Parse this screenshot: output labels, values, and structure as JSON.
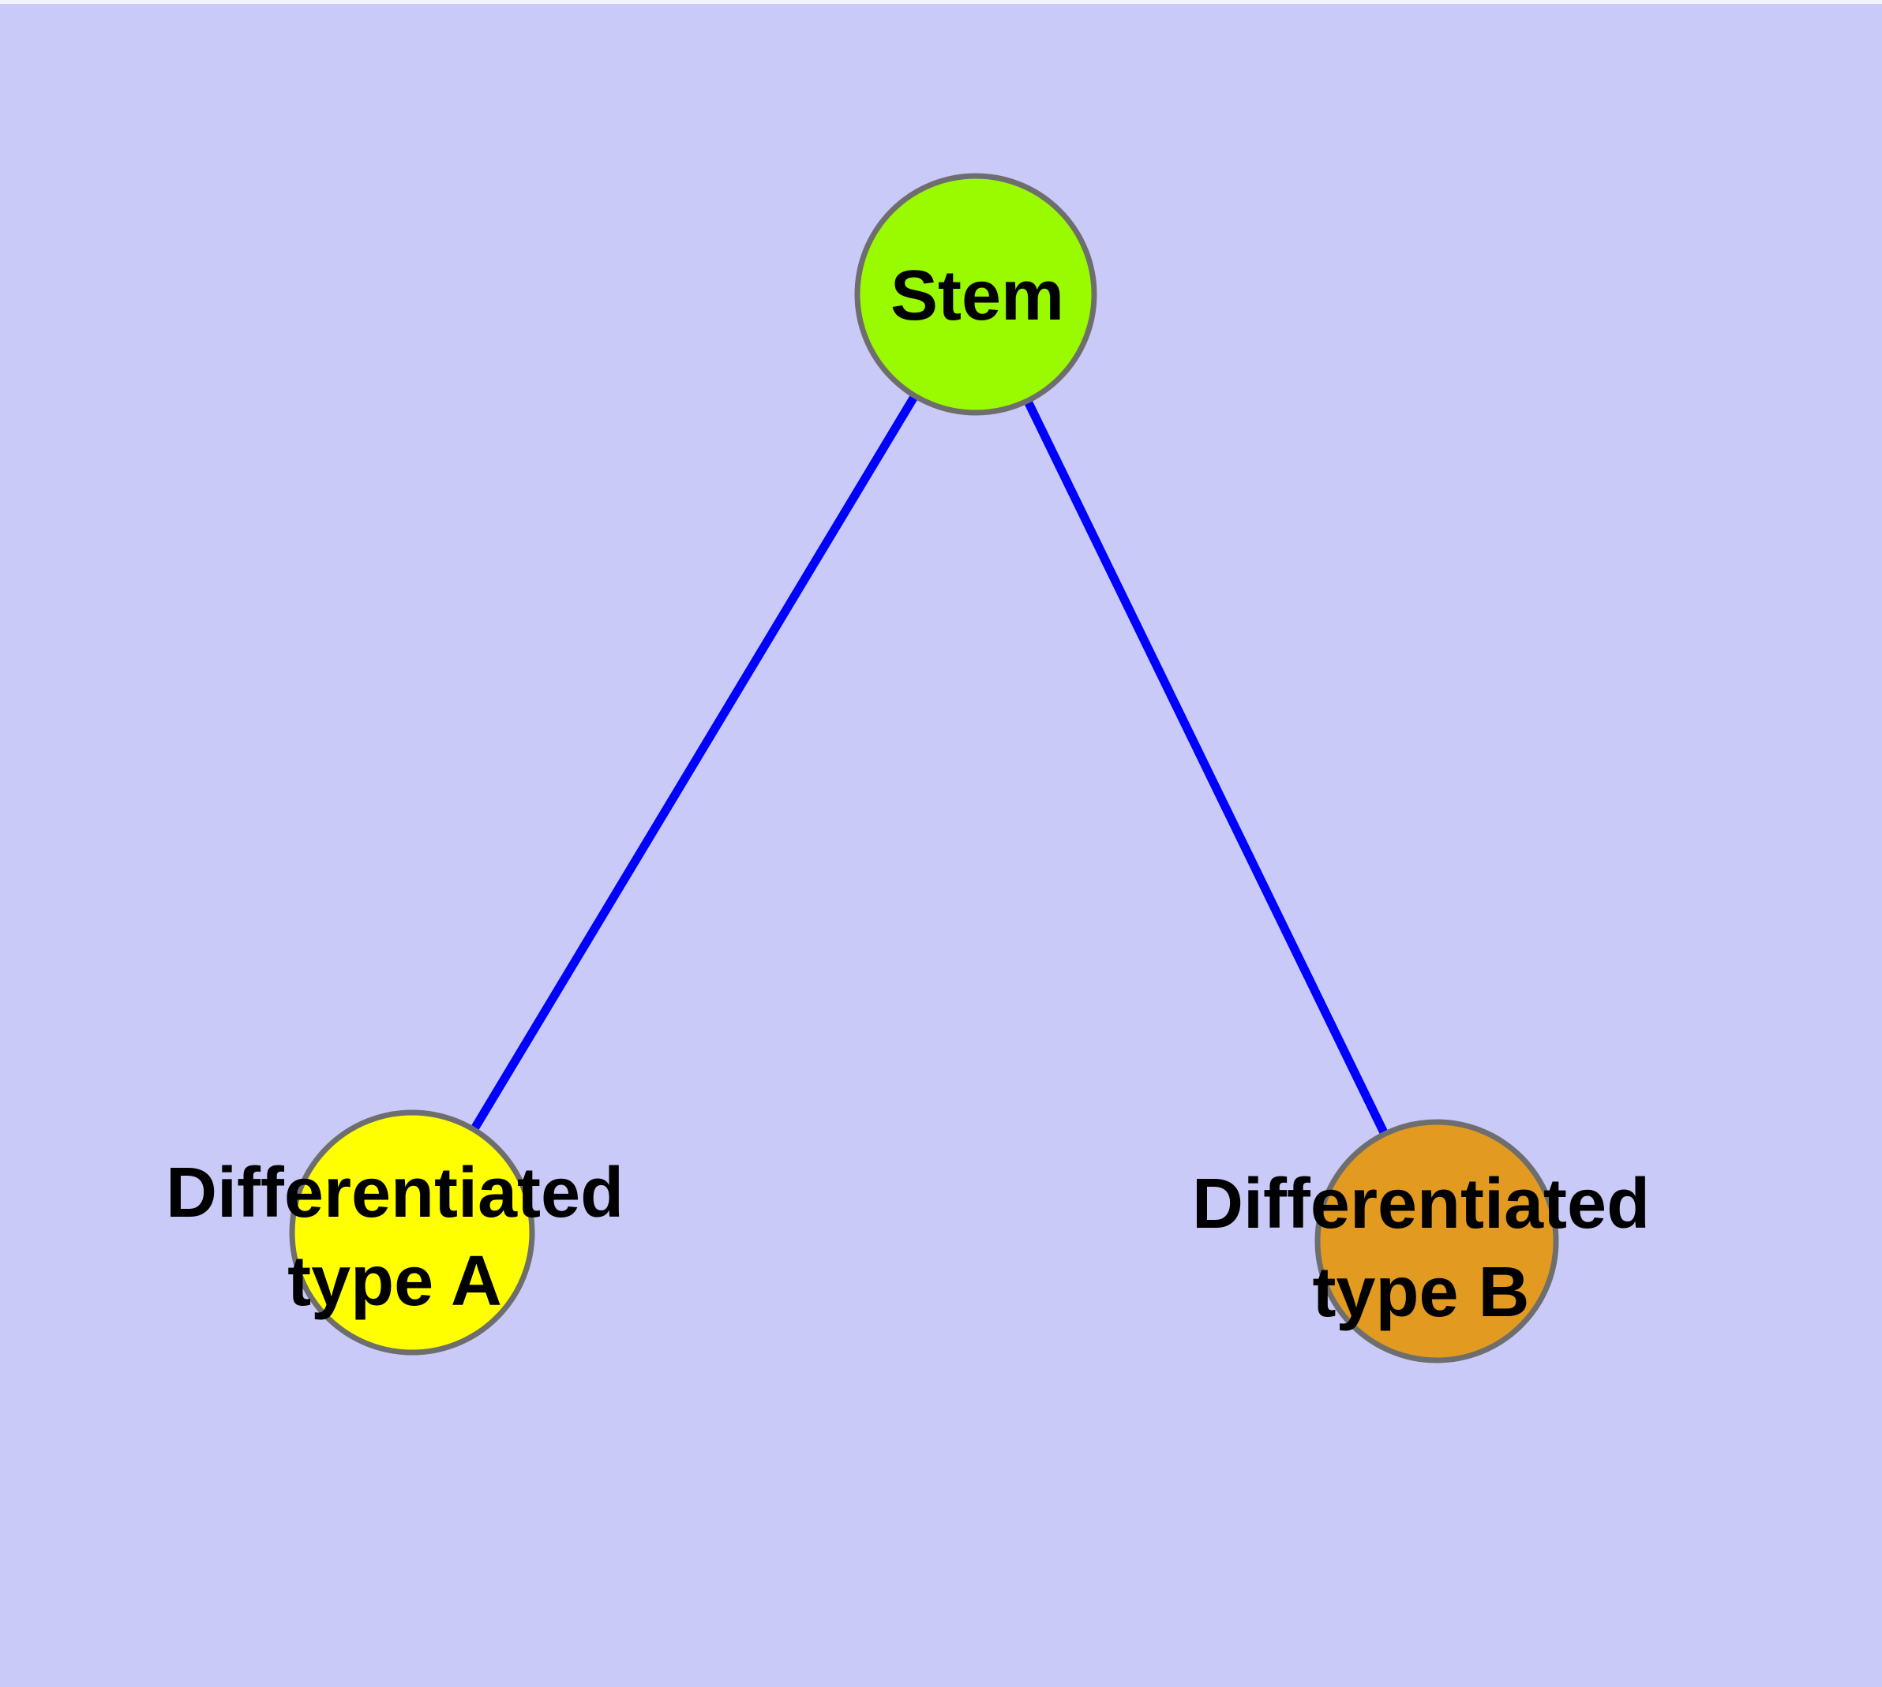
{
  "diagram": {
    "type": "node-link-graph",
    "background_color": "#CACAF8",
    "edge_color": "#0000FF",
    "node_border_color": "#6E6E6E",
    "text_color": "#000000",
    "nodes": {
      "stem": {
        "label": "Stem",
        "fill": "#9AFA00"
      },
      "type_a": {
        "label": "Differentiated\ntype A",
        "fill": "#FFFF00"
      },
      "type_b": {
        "label": "Differentiated\ntype B",
        "fill": "#E29B20"
      }
    },
    "edges": [
      {
        "from": "Stem",
        "to": "Differentiated type A"
      },
      {
        "from": "Stem",
        "to": "Differentiated type B"
      }
    ]
  }
}
